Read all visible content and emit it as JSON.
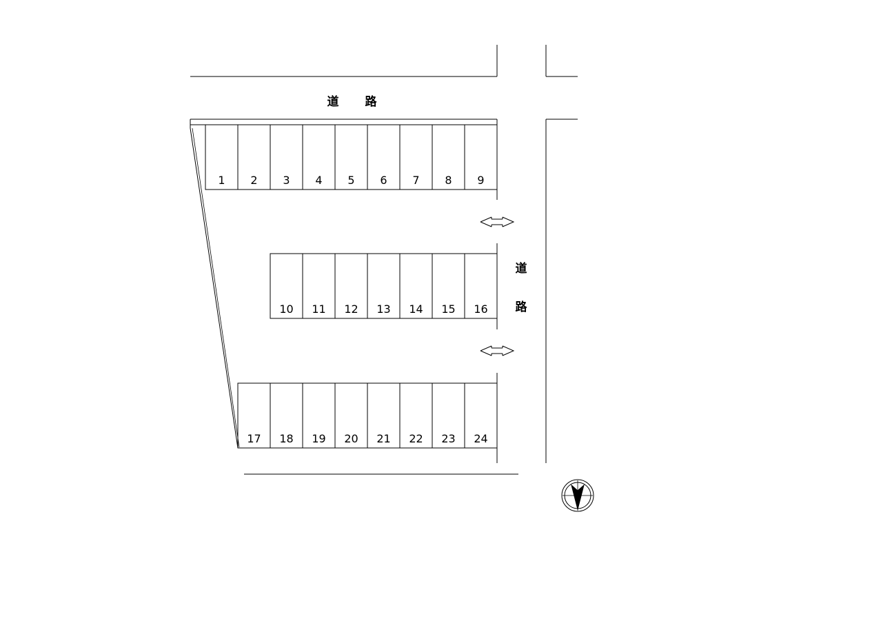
{
  "roads": {
    "top": [
      "道",
      "路"
    ],
    "right": [
      "道",
      "路"
    ]
  },
  "rows": [
    {
      "spots": [
        "1",
        "2",
        "3",
        "4",
        "5",
        "6",
        "7",
        "8",
        "9"
      ]
    },
    {
      "spots": [
        "10",
        "11",
        "12",
        "13",
        "14",
        "15",
        "16"
      ]
    },
    {
      "spots": [
        "17",
        "18",
        "19",
        "20",
        "21",
        "22",
        "23",
        "24"
      ]
    }
  ],
  "compass": {
    "icon": "north-arrow-icon"
  }
}
